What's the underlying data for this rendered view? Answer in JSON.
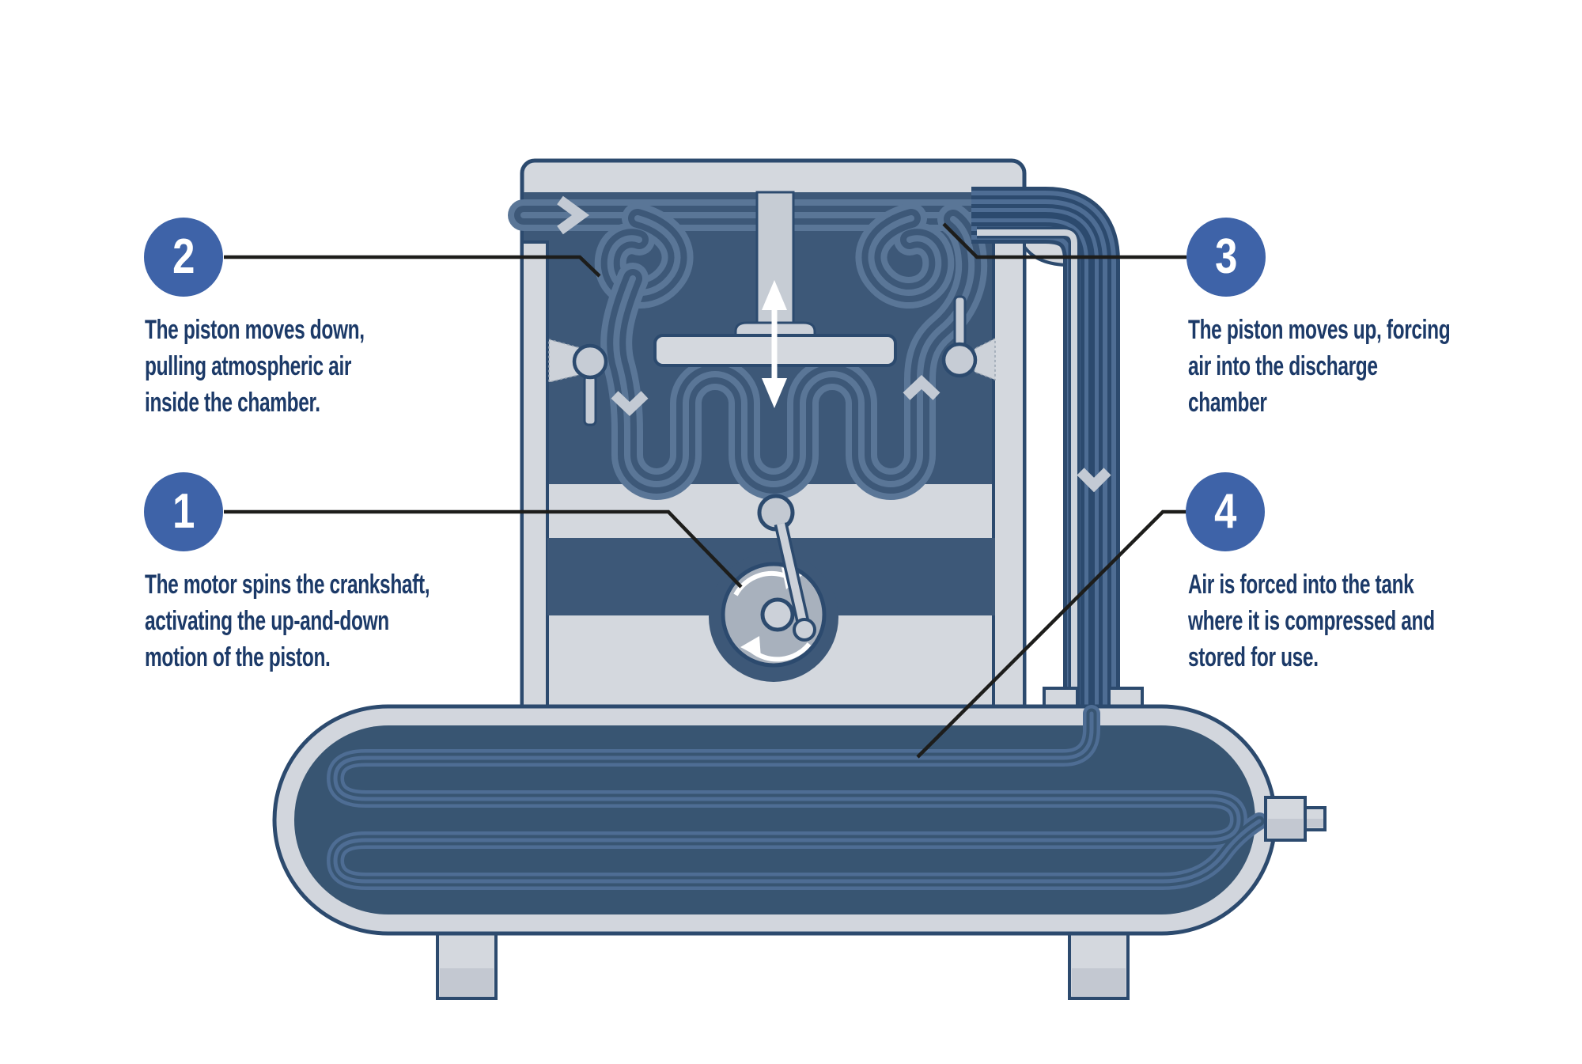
{
  "figure": {
    "type": "diagram",
    "subject": "How a piston air compressor works"
  },
  "colors": {
    "background": "#ffffff",
    "callout_circle_blue": "#3e63a8",
    "callout_text_navy": "#1c3a68",
    "leader_line_black": "#1d1d1b",
    "machine_outline_navy": "#2c4a6e",
    "machine_body_gray": "#d4d8de",
    "chamber_navy": "#3d5878",
    "air_flow_blue": "#5a7697",
    "tank_navy": "#385572",
    "tank_coil_blue": "#4e6d94",
    "pipe_bright_stripe": "#cdd3db",
    "chevron_gray": "#c3cad4",
    "crank_wheel_gray": "#a8b1bd"
  },
  "callouts": [
    {
      "id": "step-1",
      "number": "1",
      "text": "The motor spins the crankshaft,\nactivating the up-and-down\nmotion of the piston."
    },
    {
      "id": "step-2",
      "number": "2",
      "text": "The piston moves down,\npulling atmospheric air\ninside the chamber."
    },
    {
      "id": "step-3",
      "number": "3",
      "text": "The piston moves up, forcing\nair into the discharge\nchamber"
    },
    {
      "id": "step-4",
      "number": "4",
      "text": "Air is forced into the tank\nwhere it is compressed and\nstored for use."
    }
  ]
}
